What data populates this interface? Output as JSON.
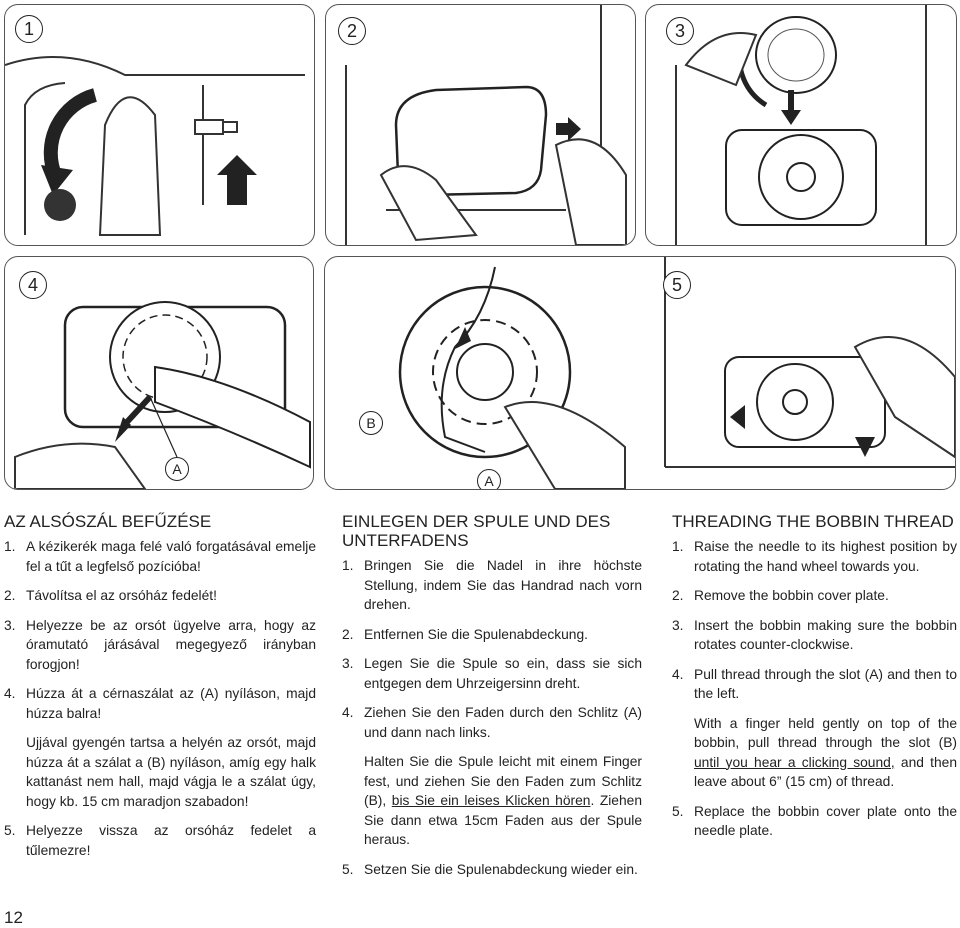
{
  "figures": {
    "step_badges": [
      "1",
      "2",
      "3",
      "4",
      "5"
    ],
    "callouts": {
      "a_panel4": "A",
      "b_panel5": "B",
      "a_panel5": "A"
    }
  },
  "hungarian": {
    "title": "AZ ALSÓSZÁL BEFŰZÉSE",
    "steps": [
      {
        "num": "1.",
        "text": "A kézikerék maga felé való forgatásával emelje fel a tűt a legfelső pozícióba!"
      },
      {
        "num": "2.",
        "text": "Távolítsa el az orsóház fedelét!"
      },
      {
        "num": "3.",
        "text": "Helyezze be az orsót ügyelve arra, hogy az óramutató járásával megegyező irányban forogjon!"
      },
      {
        "num": "4.",
        "text": "Húzza át a cérnaszálat az (A) nyíláson, majd húzza balra!"
      }
    ],
    "extra": "Ujjával gyengén tartsa a helyén az orsót, majd húzza át a szálat a (B) nyíláson, amíg egy halk kattanást nem hall, majd vágja le a szálat úgy, hogy kb. 15 cm maradjon szabadon!",
    "step5": {
      "num": "5.",
      "text": "Helyezze vissza az orsóház fedelet a tűlemezre!"
    }
  },
  "german": {
    "title": "EINLEGEN DER SPULE UND DES UNTERFADENS",
    "steps": [
      {
        "num": "1.",
        "text": "Bringen Sie die Nadel in ihre höchste Stellung, indem Sie das Handrad nach vorn drehen."
      },
      {
        "num": "2.",
        "text": "Entfernen Sie die Spulenabdeckung."
      },
      {
        "num": "3.",
        "text": "Legen Sie die Spule so ein, dass sie sich entgegen dem Uhrzeigersinn dreht."
      },
      {
        "num": "4.",
        "text": "Ziehen Sie den Faden durch den Schlitz (A) und dann nach links."
      }
    ],
    "extra_before": "Halten Sie die Spule leicht mit einem Finger fest, und ziehen Sie den Faden zum Schlitz (B), ",
    "extra_underlined": "bis Sie ein leises Klicken hören",
    "extra_after": ". Ziehen Sie dann etwa 15cm Faden aus der Spule heraus.",
    "step5": {
      "num": "5.",
      "text": "Setzen Sie die Spulenabdeckung wieder ein."
    }
  },
  "english": {
    "title": "THREADING THE BOBBIN THREAD",
    "steps": [
      {
        "num": "1.",
        "text": "Raise the needle to its highest position by rotating the hand wheel towards you."
      },
      {
        "num": "2.",
        "text": "Remove the bobbin cover plate."
      },
      {
        "num": "3.",
        "text": "Insert the bobbin making sure the bobbin rotates counter-clockwise."
      },
      {
        "num": "4.",
        "text": "Pull thread through the slot (A) and then to the left."
      }
    ],
    "extra_before": "With a finger held gently on top of the bobbin, pull thread through the slot (B) ",
    "extra_underlined": "until you hear a clicking sound,",
    "extra_after": " and then leave about 6” (15 cm) of thread.",
    "step5": {
      "num": "5.",
      "text": "Replace the bobbin cover plate onto the needle plate."
    }
  },
  "page_number": "12"
}
